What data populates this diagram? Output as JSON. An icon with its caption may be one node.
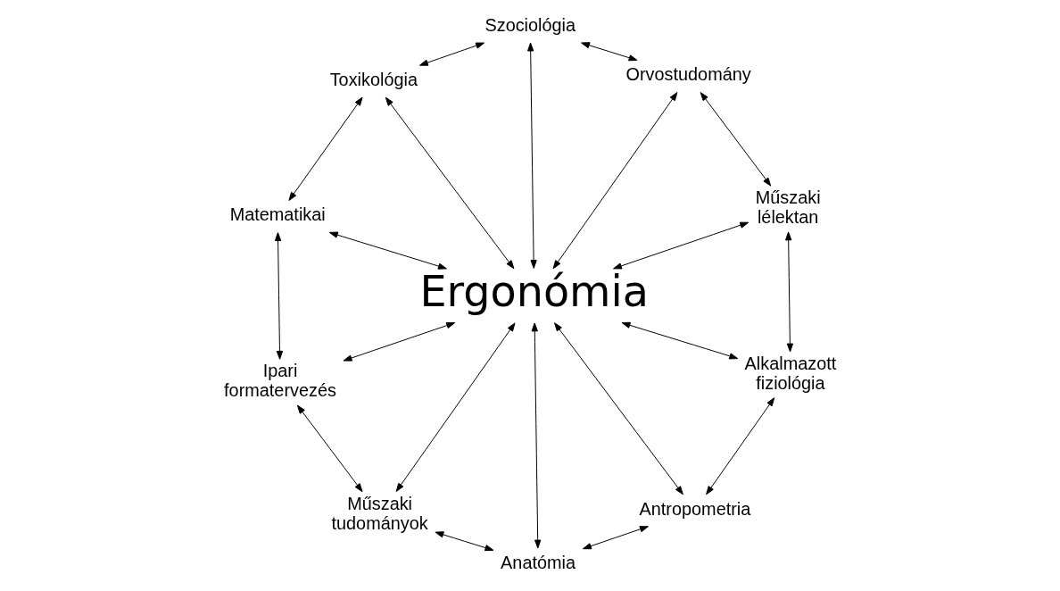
{
  "diagram": {
    "nodes": [
      {
        "text": [
          "Ergonómia"
        ]
      },
      {
        "text": [
          "Műszaki lélektan"
        ]
      },
      {
        "text": [
          "Orvostudomány"
        ]
      },
      {
        "text": [
          "Szociológia"
        ]
      },
      {
        "text": [
          "Toxikológia"
        ]
      },
      {
        "text": [
          "Matematikai"
        ]
      },
      {
        "text": [
          "Ipari formatervezés"
        ]
      },
      {
        "text": [
          "Műszaki tudományok"
        ]
      },
      {
        "text": [
          "Anatómia"
        ]
      },
      {
        "text": [
          "Antropometria"
        ]
      },
      {
        "text": [
          "Alkalmazott fiziológia"
        ]
      }
    ],
    "edges": [
      {
        "from": 10,
        "to": 1,
        "arrow": "both"
      },
      {
        "from": 1,
        "to": 2,
        "arrow": "both"
      },
      {
        "from": 2,
        "to": 3,
        "arrow": "both"
      },
      {
        "from": 3,
        "to": 4,
        "arrow": "both"
      },
      {
        "from": 4,
        "to": 5,
        "arrow": "both"
      },
      {
        "from": 5,
        "to": 6,
        "arrow": "both"
      },
      {
        "from": 6,
        "to": 7,
        "arrow": "both"
      },
      {
        "from": 7,
        "to": 8,
        "arrow": "both"
      },
      {
        "from": 8,
        "to": 9,
        "arrow": "both"
      },
      {
        "from": 9,
        "to": 10,
        "arrow": "both"
      },
      {
        "from": 10,
        "to": 0,
        "arrow": "both"
      },
      {
        "from": 1,
        "to": 0,
        "arrow": "both"
      },
      {
        "from": 2,
        "to": 0,
        "arrow": "both"
      },
      {
        "from": 3,
        "to": 0,
        "arrow": "both"
      },
      {
        "from": 4,
        "to": 0,
        "arrow": "both"
      },
      {
        "from": 5,
        "to": 0,
        "arrow": "both"
      },
      {
        "from": 6,
        "to": 0,
        "arrow": "both"
      },
      {
        "from": 7,
        "to": 0,
        "arrow": "both"
      },
      {
        "from": 8,
        "to": 0,
        "arrow": "both"
      },
      {
        "from": 9,
        "to": 0,
        "arrow": "both"
      }
    ]
  }
}
